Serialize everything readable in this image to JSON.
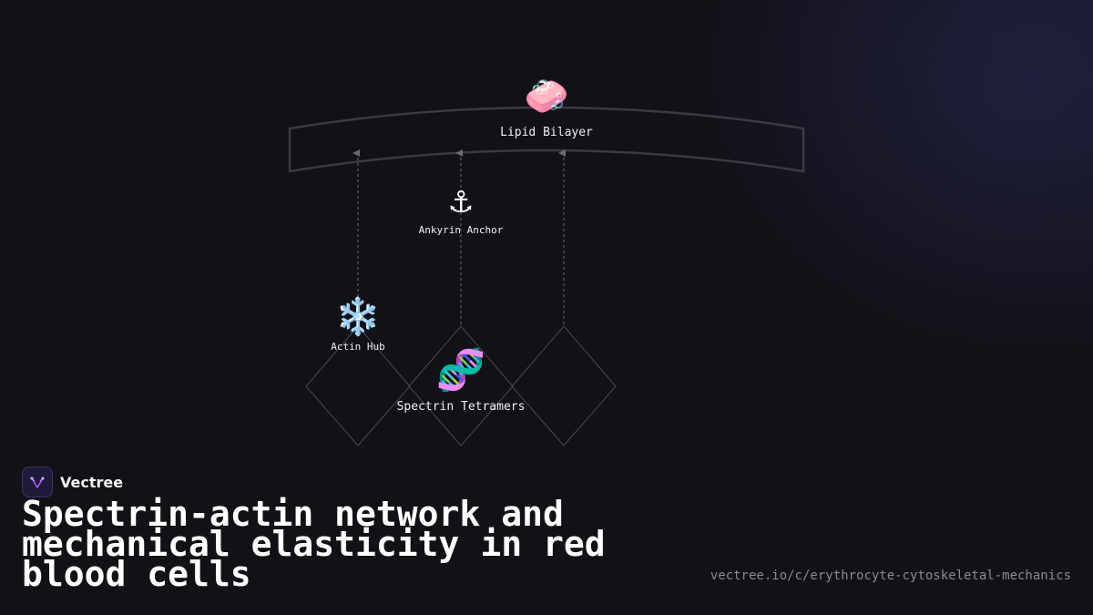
{
  "nodes": {
    "lipid": {
      "emoji": "🧼",
      "label": "Lipid Bilayer"
    },
    "ankyrin": {
      "emoji": "⚓",
      "label": "Ankyrin Anchor"
    },
    "actin": {
      "emoji": "❄️",
      "label": "Actin Hub"
    },
    "spectrin": {
      "emoji": "🧬",
      "label": "Spectrin Tetramers"
    }
  },
  "brand": {
    "name": "Vectree"
  },
  "title": "Spectrin-actin network and mechanical elasticity in red blood cells",
  "url": "vectree.io/c/erythrocyte-cytoskeletal-mechanics",
  "colors": {
    "background": "#111116",
    "line": "#5a5a62",
    "logo_accent": "#a855f7"
  }
}
